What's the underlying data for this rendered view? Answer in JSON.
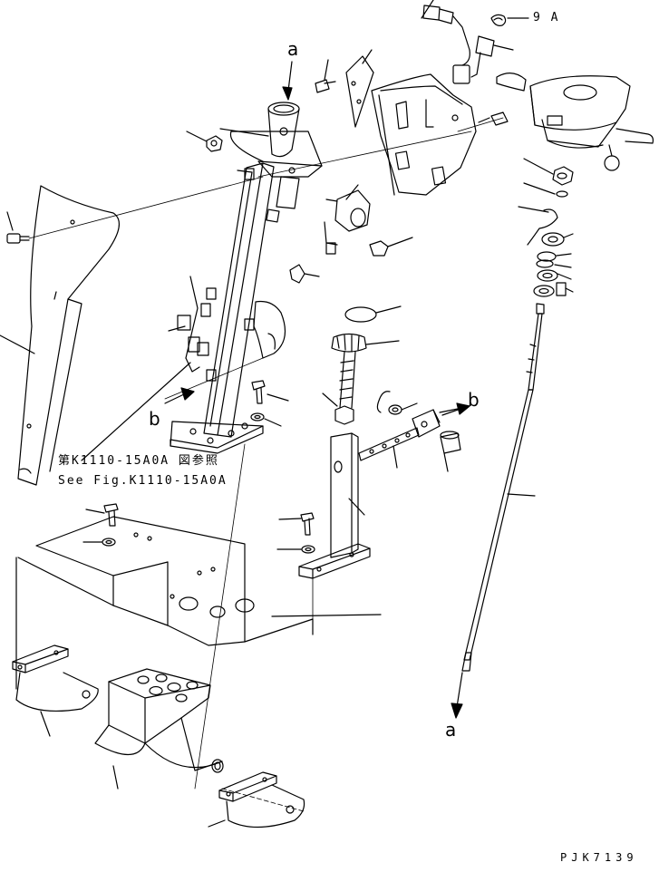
{
  "callouts": {
    "part_9a": "9 A",
    "letter_a": "a",
    "letter_b": "b"
  },
  "reference_note": {
    "line_jp": "第K1110-15A0A 図参照",
    "line_en": "See Fig.K1110-15A0A"
  },
  "drawing_code": "PJK7139"
}
